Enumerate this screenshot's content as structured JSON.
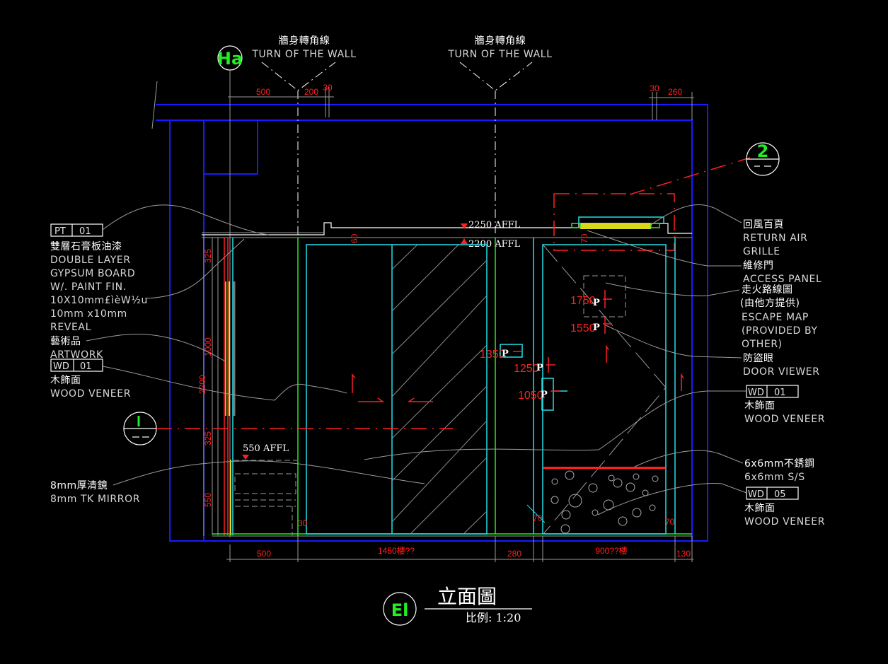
{
  "drawing": {
    "title": "立面圖",
    "scale_label": "比例: 1:20",
    "view_bubble": "El",
    "colors": {
      "background": "#000000",
      "wall_outline": "#1a1aff",
      "dimension_text": "#ff2020",
      "annotation_text": "#ffffff",
      "grid_bubble_text": "#22ee22",
      "glass_door": "#22e0e8",
      "finish_line": "#22ee22"
    }
  },
  "grid_bubbles": {
    "top_left": "Ha",
    "right_section": "2",
    "left_section": "1"
  },
  "wall_turn_labels": [
    {
      "zh": "牆身轉角線",
      "en": "TURN OF THE WALL"
    },
    {
      "zh": "牆身轉角線",
      "en": "TURN OF THE WALL"
    }
  ],
  "top_dimensions": [
    "500",
    "200",
    "30",
    "30",
    "260"
  ],
  "bottom_dimensions": [
    "500",
    "1450樓??",
    "280",
    "900??樓",
    "130"
  ],
  "vertical_dimensions": {
    "outer": "2200",
    "inner": [
      "325",
      "1000",
      "325",
      "550"
    ],
    "small": [
      "60",
      "70",
      "30",
      "70",
      "70"
    ]
  },
  "levels": {
    "ceiling": "2250 AFFL",
    "door_head": "2200 AFFL",
    "counter": "550 AFFL"
  },
  "hardware_heights": [
    "1750",
    "1550",
    "1350",
    "1250",
    "1050"
  ],
  "left_annotations": [
    {
      "tag_code": "PT",
      "tag_num": "01",
      "lines": [
        "雙層石膏板油漆",
        "DOUBLE LAYER",
        "GYPSUM BOARD",
        "W/. PAINT FIN.",
        "10X10mm£ìèW½u",
        "10mm x10mm",
        "REVEAL"
      ]
    },
    {
      "lines": [
        "藝術品",
        "ARTWORK"
      ]
    },
    {
      "tag_code": "WD",
      "tag_num": "01",
      "lines": [
        "木飾面",
        "WOOD VENEER"
      ]
    },
    {
      "lines": [
        "8mm厚清鏡",
        "8mm TK MIRROR"
      ]
    }
  ],
  "right_annotations": [
    {
      "lines": [
        "回風百頁",
        "RETURN AIR",
        "GRILLE"
      ]
    },
    {
      "lines": [
        "維修門",
        "ACCESS PANEL"
      ]
    },
    {
      "lines": [
        "走火路線圖",
        "(由他方提供)",
        "ESCAPE MAP",
        "(PROVIDED BY",
        "OTHER)"
      ]
    },
    {
      "lines": [
        "防盜眼",
        "DOOR VIEWER"
      ]
    },
    {
      "tag_code": "WD",
      "tag_num": "01",
      "lines": [
        "木飾面",
        "WOOD VENEER"
      ]
    },
    {
      "lines": [
        "6x6mm不銹鋼",
        "6x6mm S/S"
      ]
    },
    {
      "tag_code": "WD",
      "tag_num": "05",
      "lines": [
        "木飾面",
        "WOOD VENEER"
      ]
    }
  ]
}
